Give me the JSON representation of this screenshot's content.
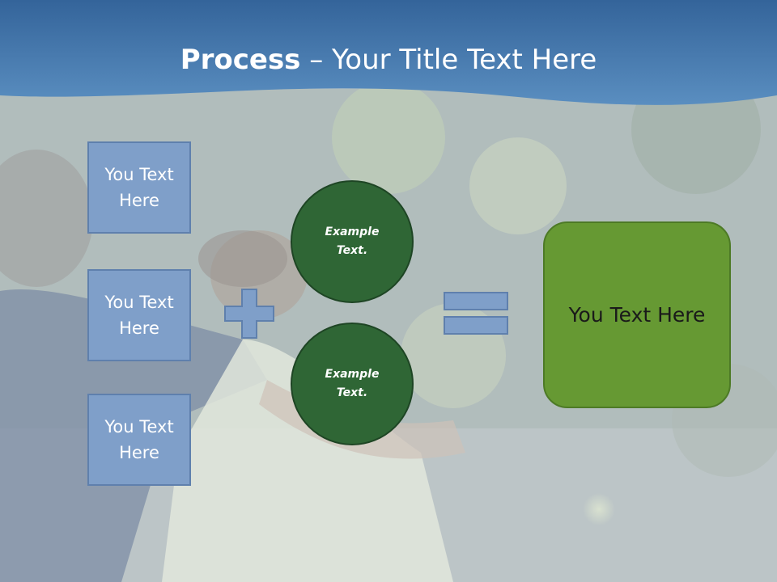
{
  "title": {
    "bold": "Process",
    "rest": " – Your Title Text Here"
  },
  "left_boxes": [
    {
      "line1": "You Text",
      "line2": "Here"
    },
    {
      "line1": "You Text",
      "line2": "Here"
    },
    {
      "line1": "You Text",
      "line2": "Here"
    }
  ],
  "circles": [
    {
      "line1": "Example",
      "line2": "Text."
    },
    {
      "line1": "Example",
      "line2": "Text."
    }
  ],
  "result": {
    "label": "You Text Here"
  },
  "symbols": {
    "plus": "plus-icon",
    "equals": "equals-icon"
  },
  "colors": {
    "header_blue": "#3a6fa6",
    "box_blue": "#7f9fc9",
    "circle_green": "#2f6635",
    "result_green": "#669933"
  }
}
